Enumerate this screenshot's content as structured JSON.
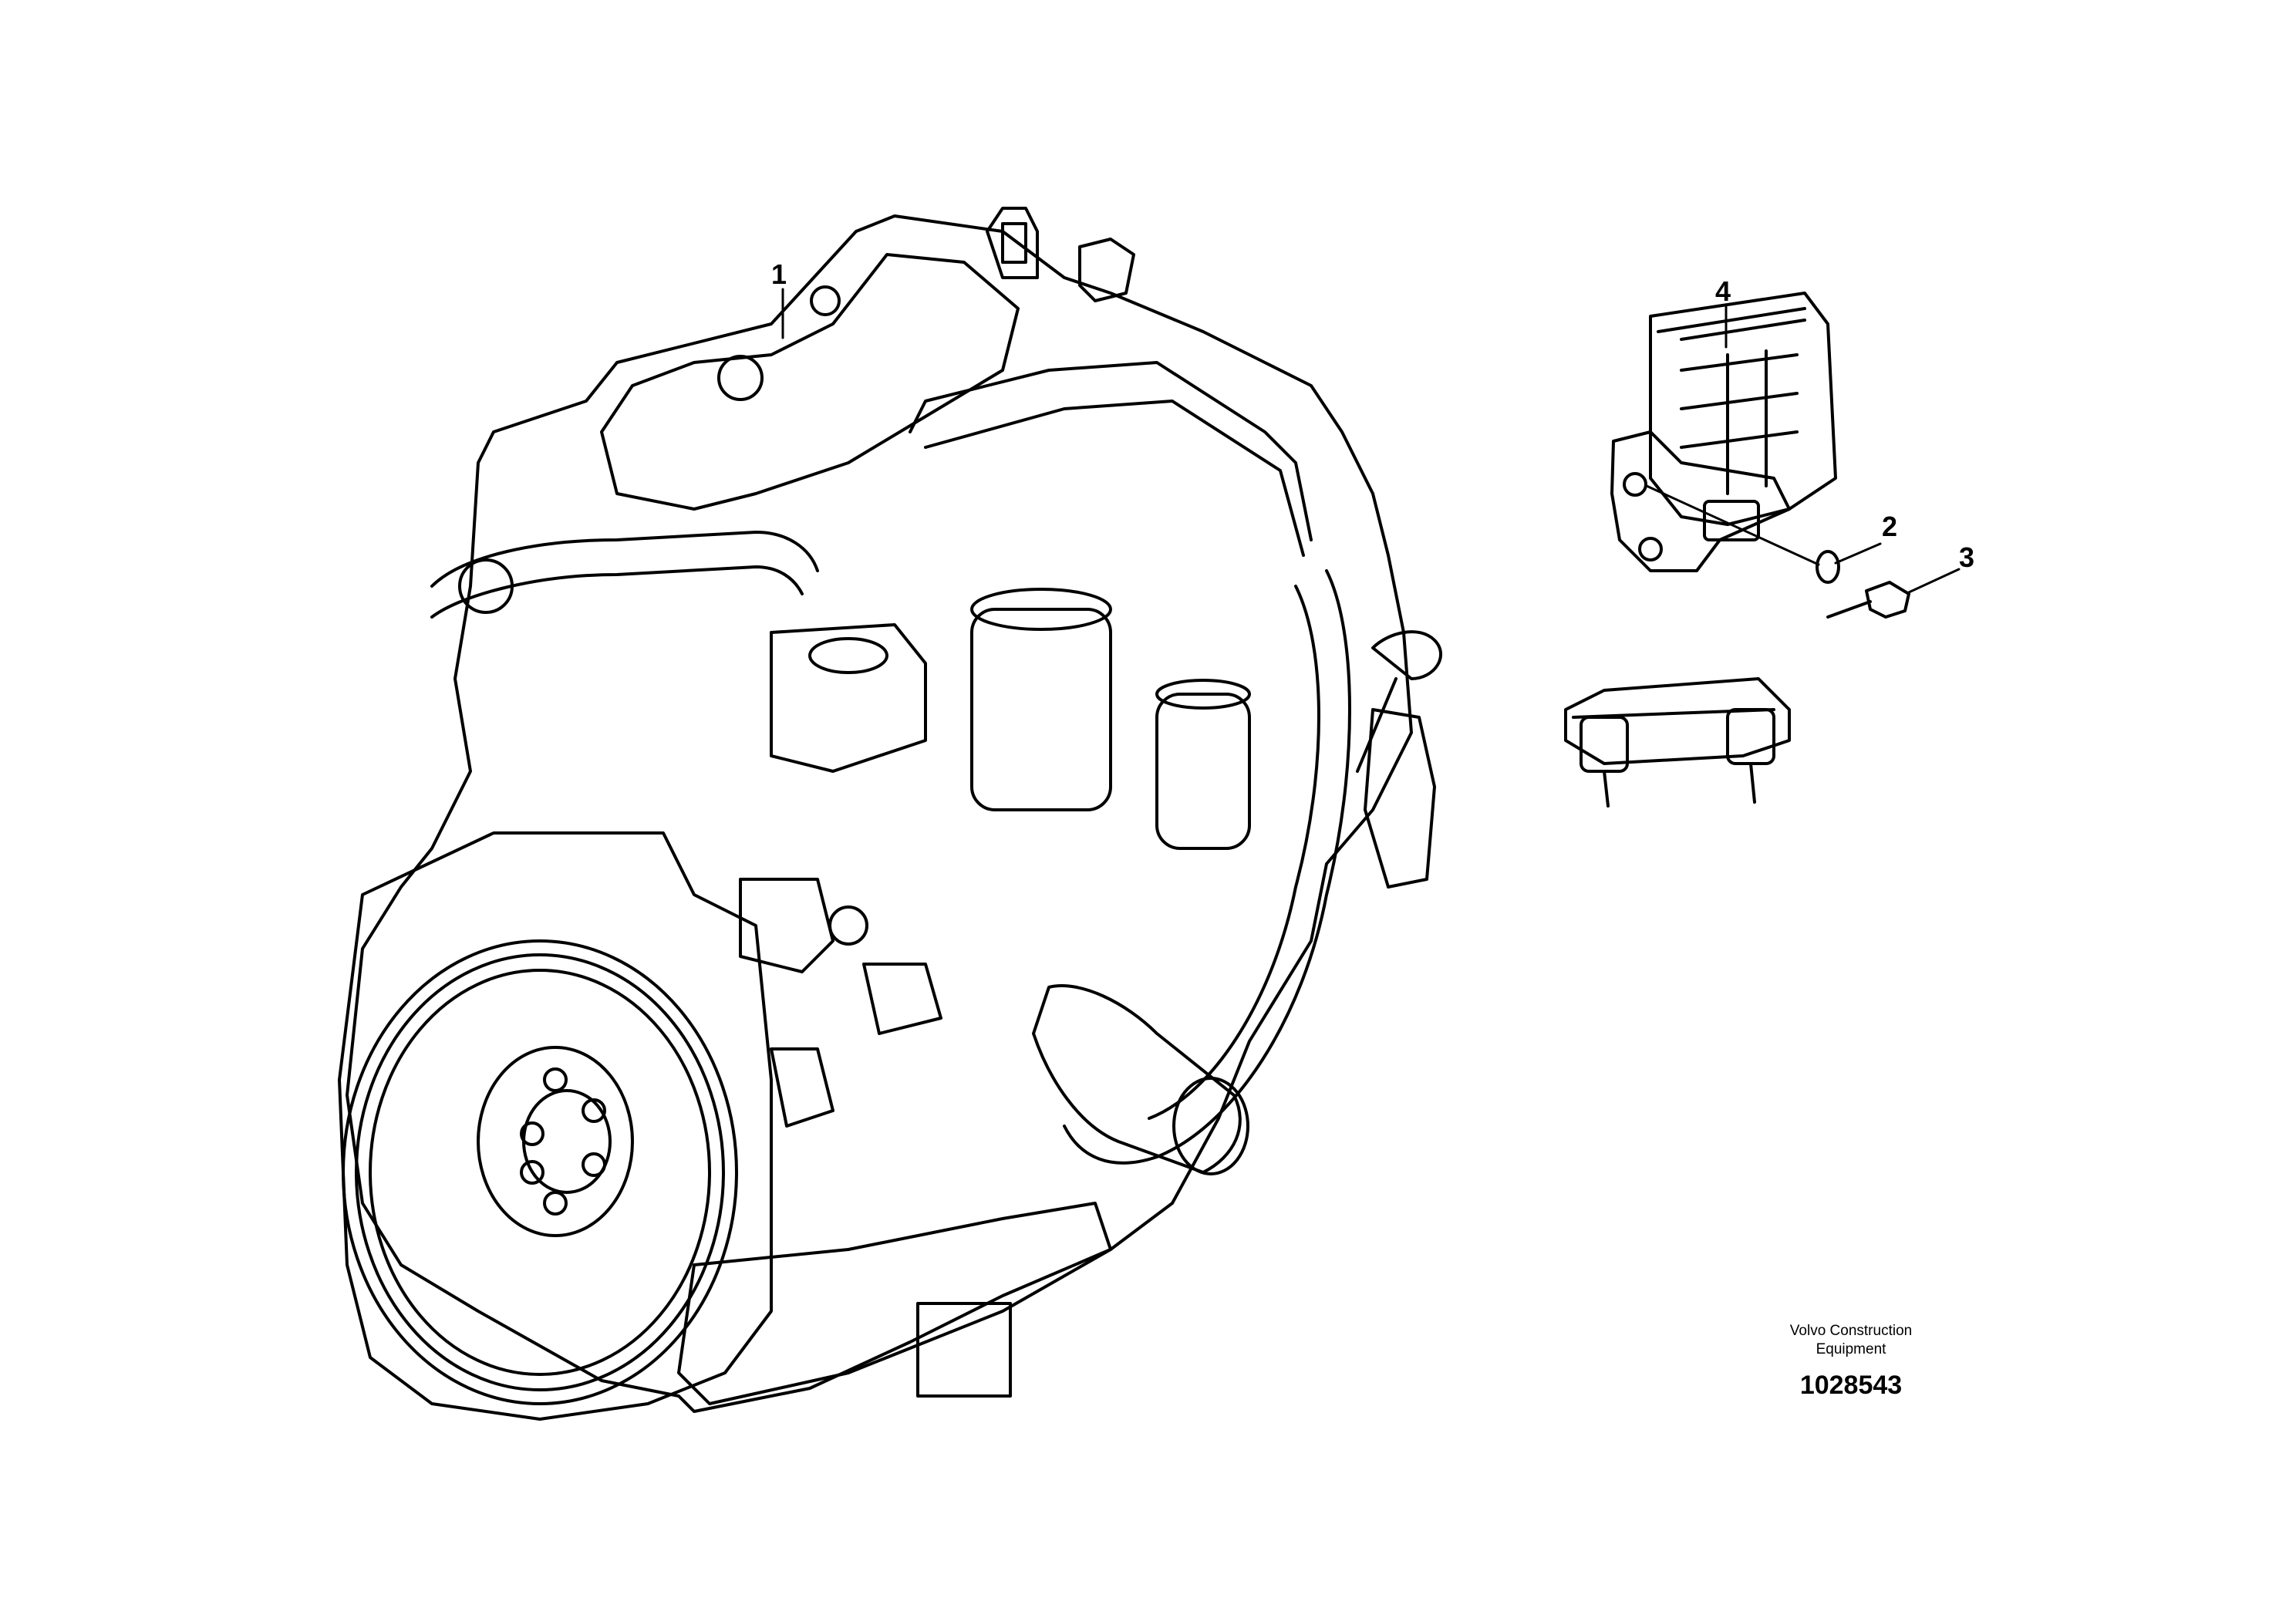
{
  "callouts": [
    {
      "id": "1",
      "label": "1"
    },
    {
      "id": "2",
      "label": "2"
    },
    {
      "id": "3",
      "label": "3"
    },
    {
      "id": "4",
      "label": "4"
    }
  ],
  "credit": {
    "company_line1": "Volvo Construction",
    "company_line2": "Equipment",
    "document_number": "1028543"
  }
}
